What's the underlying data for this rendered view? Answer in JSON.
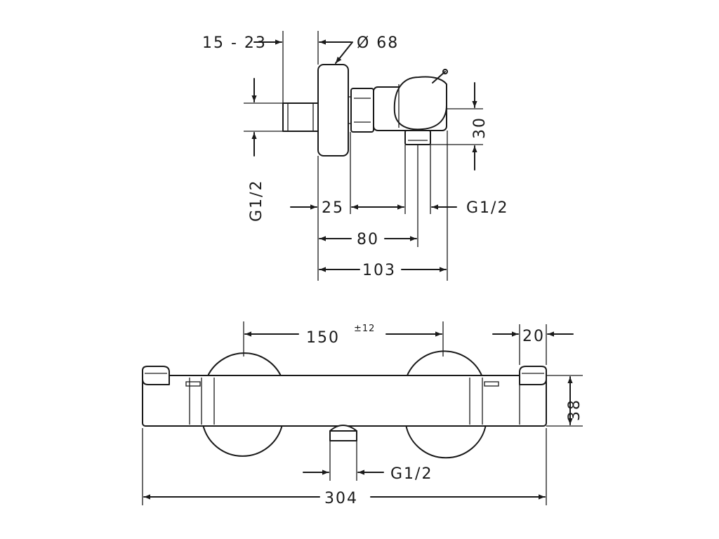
{
  "side_view": {
    "labels": {
      "eccentric_range": "15 - 23",
      "diameter": "Ø 68",
      "height_30": "30",
      "inlet_thread": "G1/2",
      "dim_25": "25",
      "outlet_thread": "G1/2",
      "dim_80": "80",
      "dim_103": "103"
    }
  },
  "front_view": {
    "labels": {
      "centres": "150",
      "centres_tolerance": "±12",
      "dim_20": "20",
      "dim_38": "38",
      "outlet_thread": "G1/2",
      "total_width": "304"
    }
  },
  "colors": {
    "line": "#1a1a1a",
    "background": "#ffffff"
  }
}
